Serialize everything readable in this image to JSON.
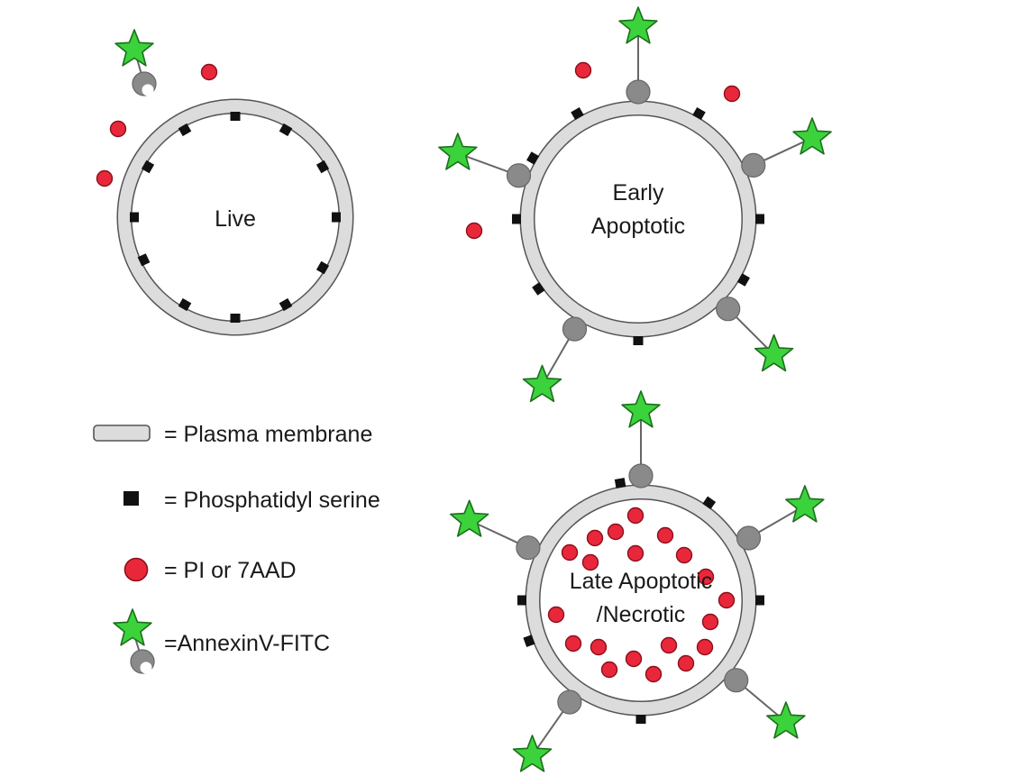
{
  "cells": [
    {
      "id": "live",
      "label_lines": [
        "Live"
      ]
    },
    {
      "id": "early",
      "label_lines": [
        "Early",
        "Apoptotic"
      ]
    },
    {
      "id": "late",
      "label_lines": [
        "Late Apoptotic",
        "/Necrotic"
      ]
    }
  ],
  "legend": {
    "membrane": "= Plasma membrane",
    "ps": "= Phosphatidyl serine",
    "pi": "= PI or 7AAD",
    "annexin": "=AnnexinV-FITC"
  },
  "colors": {
    "membrane_fill": "#dcdcdc",
    "outline": "#555555",
    "ps": "#111111",
    "pi_fill": "#e8283a",
    "pi_stroke": "#8c0f1c",
    "star_fill": "#3cd23c",
    "star_stroke": "#1c6e1c",
    "annexin_grey": "#8a8a8a"
  }
}
